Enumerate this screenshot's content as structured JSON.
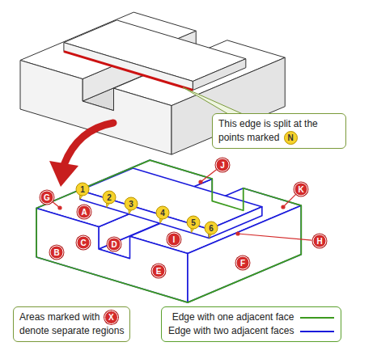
{
  "diagram": {
    "nodes": [
      {
        "text": [
          "This edge is split at the points marked",
          "N"
        ]
      },
      {
        "text": [
          "Areas marked with",
          "X",
          "denote separate regions"
        ]
      }
    ],
    "labels": [
      "G",
      "J",
      "K",
      "1",
      "2",
      "3",
      "4",
      "5",
      "6",
      "A",
      "I",
      "H",
      "C",
      "D",
      "E",
      "B",
      "F"
    ],
    "legend": [
      {
        "text": "Edge with one adjacent face"
      },
      {
        "text": "Edge with two adjacent faces"
      }
    ]
  }
}
